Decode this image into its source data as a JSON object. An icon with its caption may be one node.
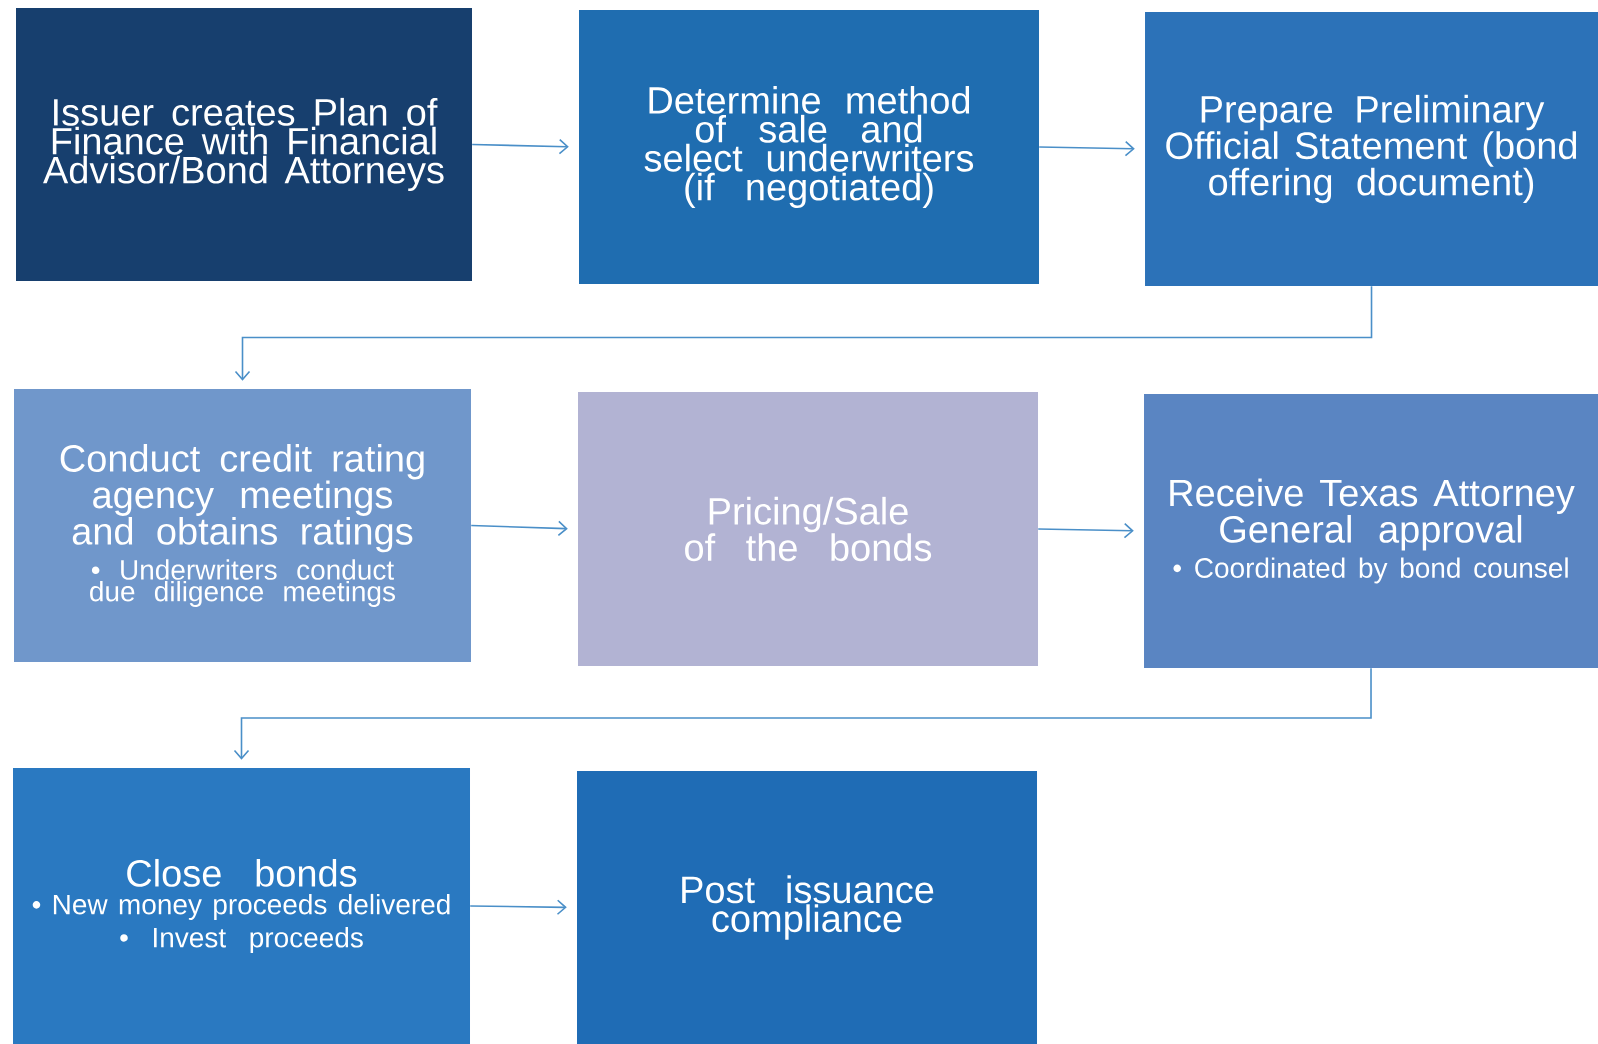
{
  "diagram": {
    "nodes": [
      {
        "text": [
          "Issuer creates Plan of Finance with Financial Advisor/Bond Attorneys"
        ]
      },
      {
        "text": [
          "Determine method of sale and select underwriters (if negotiated)"
        ]
      },
      {
        "text": [
          "Prepare Preliminary Official Statement (bond offering document)"
        ]
      },
      {
        "text": [
          "Conduct credit rating agency meetings and obtains ratings",
          "• Underwriters conduct due diligence meetings"
        ]
      },
      {
        "text": [
          "Pricing/Sale of the bonds"
        ]
      },
      {
        "text": [
          "Receive Texas Attorney General approval",
          "• Coordinated by bond counsel"
        ]
      },
      {
        "text": [
          "Close bonds",
          "• New money proceeds delivered",
          "• Invest proceeds"
        ]
      },
      {
        "text": [
          "Post issuance compliance"
        ]
      }
    ],
    "edges": [
      {
        "from": 0,
        "to": 1,
        "arrow": "to"
      },
      {
        "from": 1,
        "to": 2,
        "arrow": "to"
      },
      {
        "from": 2,
        "to": 3,
        "arrow": "to"
      },
      {
        "from": 3,
        "to": 4,
        "arrow": "to"
      },
      {
        "from": 4,
        "to": 5,
        "arrow": "to"
      },
      {
        "from": 5,
        "to": 6,
        "arrow": "to"
      },
      {
        "from": 6,
        "to": 7,
        "arrow": "to"
      }
    ]
  }
}
